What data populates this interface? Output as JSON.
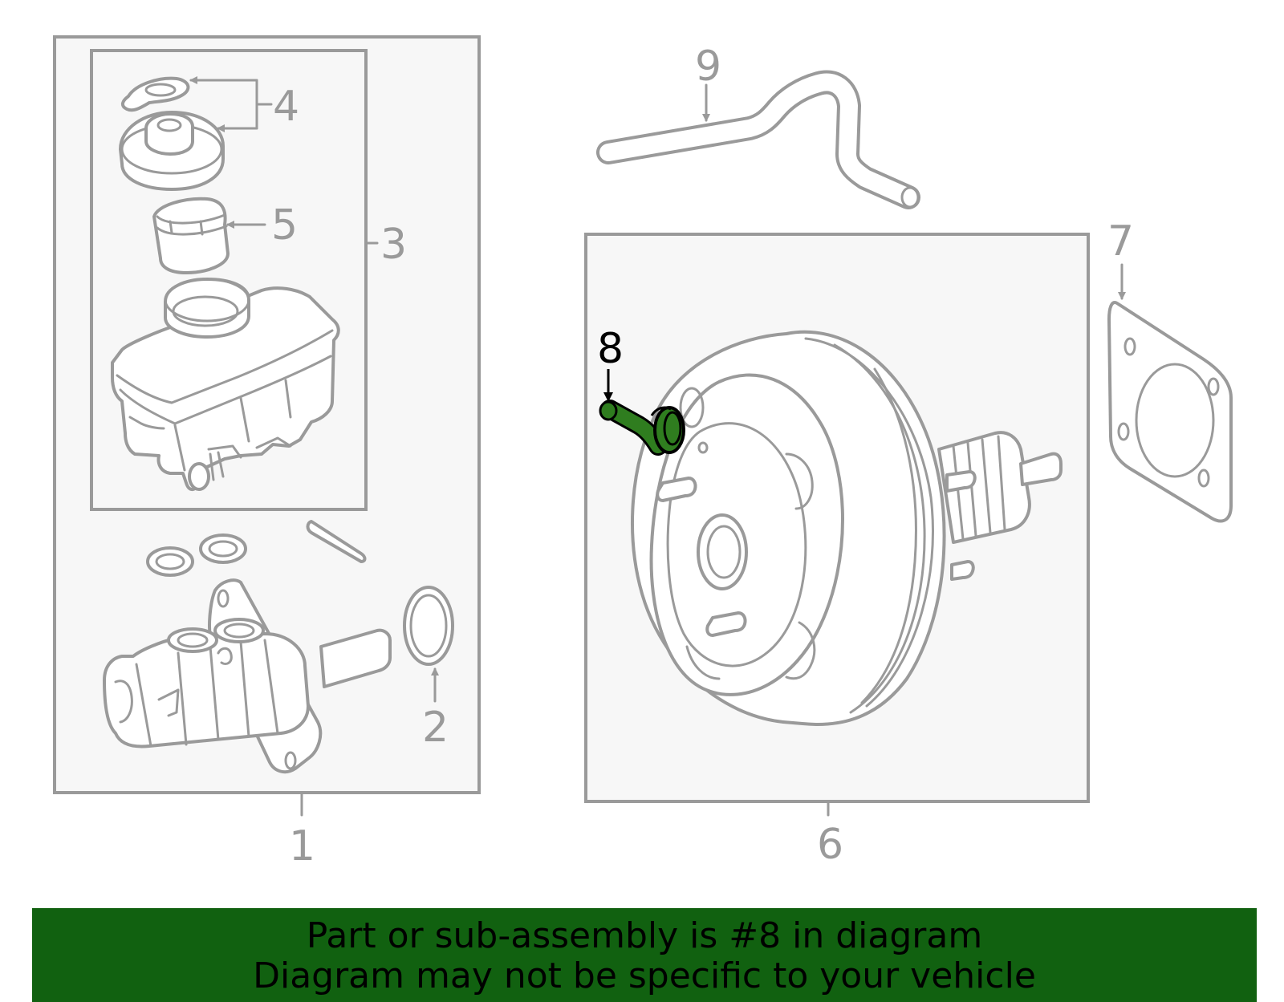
{
  "callouts": {
    "c1": "1",
    "c2": "2",
    "c3": "3",
    "c4": "4",
    "c5": "5",
    "c6": "6",
    "c7": "7",
    "c8": "8",
    "c9": "9"
  },
  "highlight": {
    "part_number": "8",
    "color": "#116110",
    "part_color": "#2f7d1f"
  },
  "banner": {
    "line1": "Part or sub-assembly is #8 in diagram",
    "line2": "Diagram may not be specific to your vehicle",
    "background": "#116110"
  }
}
